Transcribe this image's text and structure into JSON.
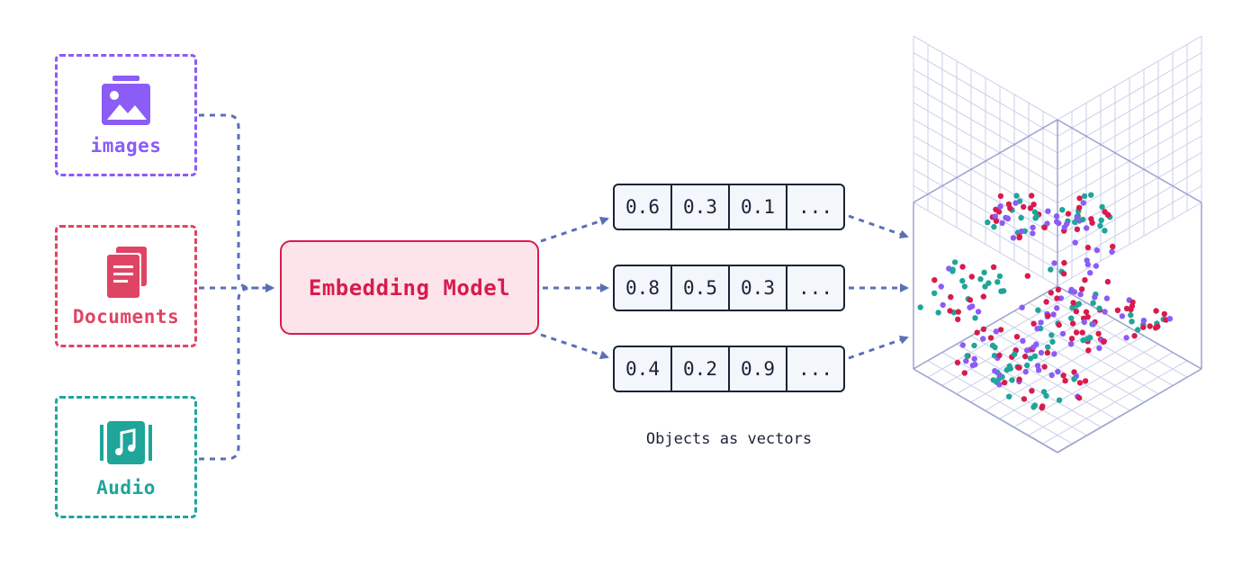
{
  "sources": [
    {
      "label": "images",
      "icon": "image-icon",
      "color": "#8b5cf6"
    },
    {
      "label": "Documents",
      "icon": "documents-icon",
      "color": "#e04464"
    },
    {
      "label": "Audio",
      "icon": "music-icon",
      "color": "#1fa59a"
    }
  ],
  "model": {
    "label": "Embedding Model",
    "color": "#d81b4e",
    "fill": "#fde4ea"
  },
  "vectors": [
    [
      "0.6",
      "0.3",
      "0.1",
      "..."
    ],
    [
      "0.8",
      "0.5",
      "0.3",
      "..."
    ],
    [
      "0.4",
      "0.2",
      "0.9",
      "..."
    ]
  ],
  "caption": "Objects as vectors",
  "connector_color": "#5b6fb5",
  "point_colors": [
    "#d81b4e",
    "#1fa59a",
    "#8b5cf6"
  ]
}
